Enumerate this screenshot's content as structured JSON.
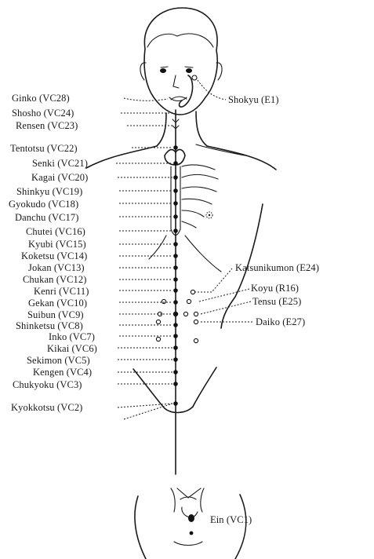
{
  "left_points": [
    {
      "label": "Ginko (VC28)"
    },
    {
      "label": "Shosho (VC24)"
    },
    {
      "label": "Rensen (VC23)"
    },
    {
      "label": "Tentotsu (VC22)"
    },
    {
      "label": "Senki (VC21)"
    },
    {
      "label": "Kagai (VC20)"
    },
    {
      "label": "Shinkyu (VC19)"
    },
    {
      "label": "Gyokudo (VC18)"
    },
    {
      "label": "Danchu (VC17)"
    },
    {
      "label": "Chutei (VC16)"
    },
    {
      "label": "Kyubi (VC15)"
    },
    {
      "label": "Koketsu (VC14)"
    },
    {
      "label": "Jokan (VC13)"
    },
    {
      "label": "Chukan (VC12)"
    },
    {
      "label": "Kenri (VC11)"
    },
    {
      "label": "Gekan (VC10)"
    },
    {
      "label": "Suibun (VC9)"
    },
    {
      "label": "Shinketsu (VC8)"
    },
    {
      "label": "Inko (VC7)"
    },
    {
      "label": "Kikai (VC6)"
    },
    {
      "label": "Sekimon (VC5)"
    },
    {
      "label": "Kengen (VC4)"
    },
    {
      "label": "Chukyoku (VC3)"
    },
    {
      "label": "Kyokkotsu (VC2)"
    }
  ],
  "right_points": [
    {
      "label": "Shokyu (E1)"
    },
    {
      "label": "Katsunikumon (E24)"
    },
    {
      "label": "Koyu (R16)"
    },
    {
      "label": "Tensu (E25)"
    },
    {
      "label": "Daiko (E27)"
    }
  ],
  "perineum": {
    "label": "Ein (VC1)"
  },
  "colors": {
    "ink": "#1a1a1a",
    "background": "#ffffff"
  }
}
